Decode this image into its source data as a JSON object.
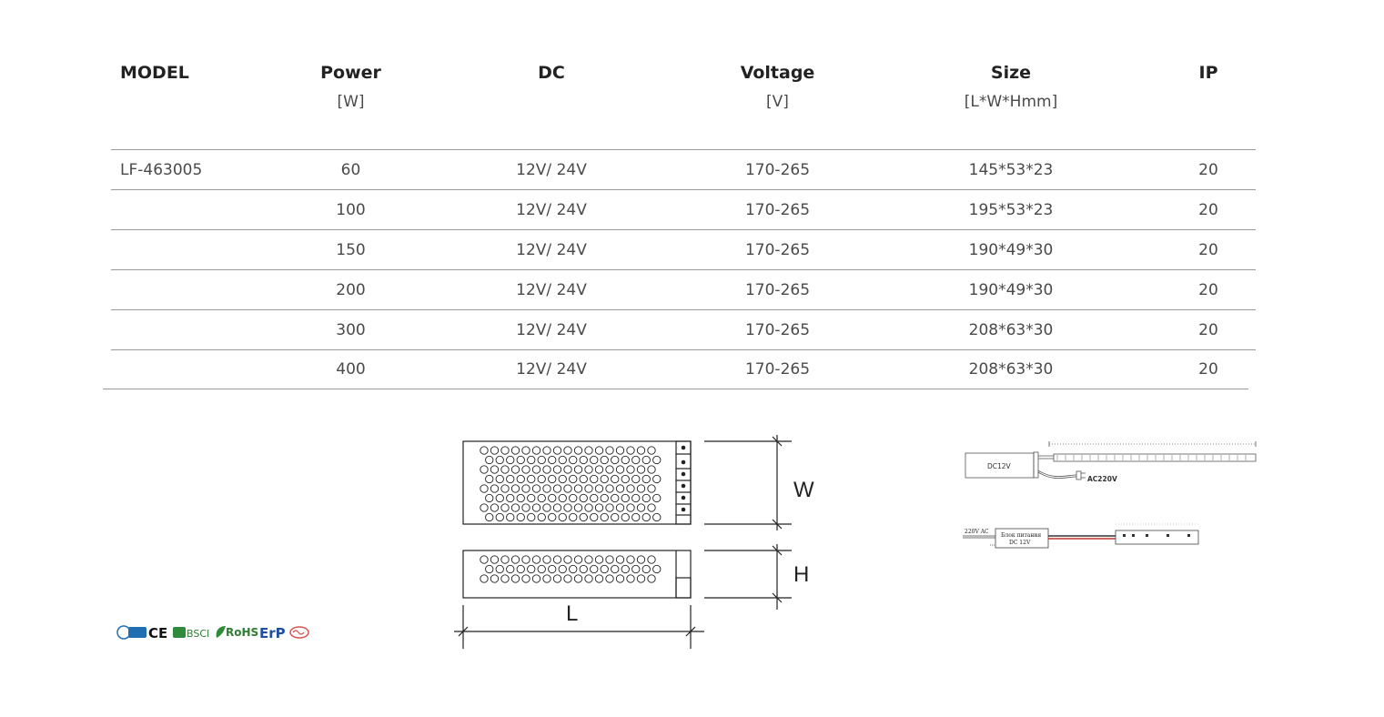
{
  "table": {
    "headers": [
      "MODEL",
      "Power",
      "DC",
      "Voltage",
      "Size",
      "IP"
    ],
    "units": [
      "",
      "[W]",
      "",
      "[V]",
      "[L*W*Hmm]",
      ""
    ],
    "rows": [
      [
        "LF-463005",
        "60",
        "12V/ 24V",
        "170-265",
        "145*53*23",
        "20"
      ],
      [
        "",
        "100",
        "12V/ 24V",
        "170-265",
        "195*53*23",
        "20"
      ],
      [
        "",
        "150",
        "12V/ 24V",
        "170-265",
        "190*49*30",
        "20"
      ],
      [
        "",
        "200",
        "12V/ 24V",
        "170-265",
        "190*49*30",
        "20"
      ],
      [
        "",
        "300",
        "12V/ 24V",
        "170-265",
        "208*63*30",
        "20"
      ],
      [
        "",
        "400",
        "12V/ 24V",
        "170-265",
        "208*63*30",
        "20"
      ]
    ]
  },
  "dimension_drawing": {
    "label_w": "W",
    "label_h": "H",
    "label_l": "L"
  },
  "wiring_diagram_1": {
    "psu_label": "DC12V",
    "input_label": "AC220V"
  },
  "wiring_diagram_2": {
    "input_label": "220V AC",
    "psu_label_line1": "Блок питания",
    "psu_label_line2": "DC 12V"
  },
  "certifications": {
    "icons": [
      "ce-icon",
      "bsci-icon",
      "rohs-icon",
      "erp-icon",
      "saa-icon"
    ],
    "ce": "CE",
    "bsci": "BSCI",
    "rohs": "RoHS",
    "erp": "ErP"
  }
}
